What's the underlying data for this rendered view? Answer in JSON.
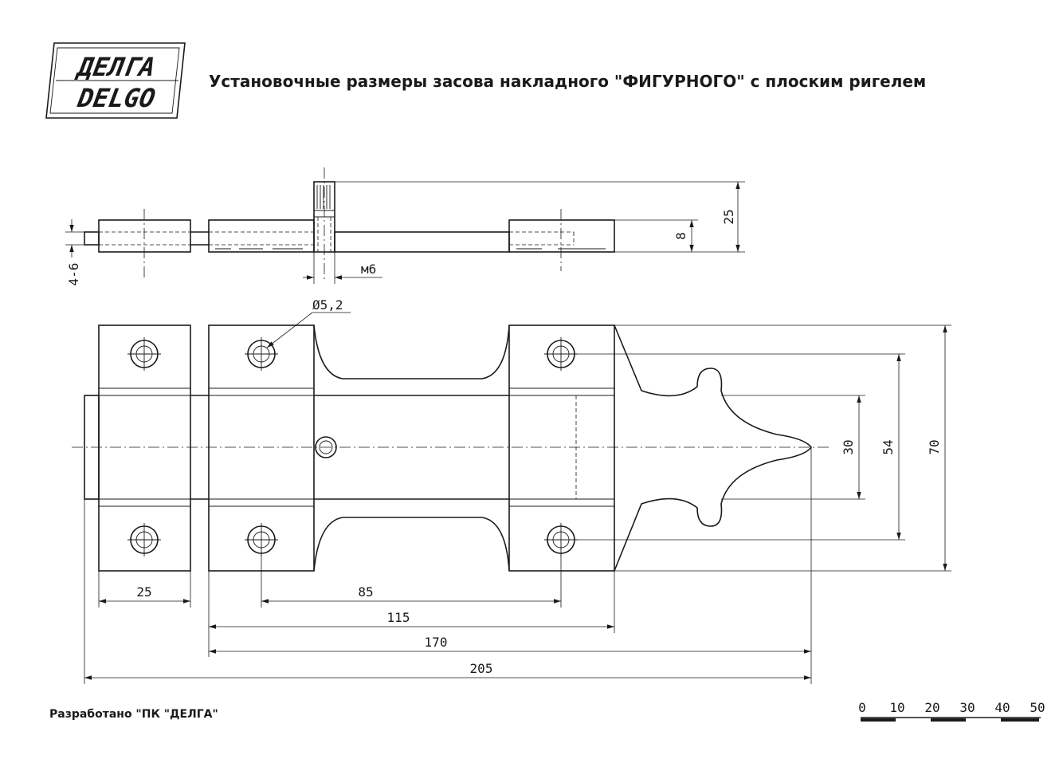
{
  "header": {
    "logo_top": "ДЕЛГА",
    "logo_bottom": "DELGO",
    "title": "Установочные размеры засова накладного \"ФИГУРНОГО\" с плоским ригелем"
  },
  "footer": {
    "credit": "Разработано \"ПК \"ДЕЛГА\""
  },
  "dimensions": {
    "side_view": {
      "height_total": "25",
      "height_body": "8",
      "thread": "м6",
      "rod": "4-6"
    },
    "plan_view": {
      "hole": "Ø5,2",
      "width_30": "30",
      "width_54": "54",
      "width_70": "70",
      "len_25": "25",
      "len_85": "85",
      "len_115": "115",
      "len_170": "170",
      "len_205": "205"
    }
  },
  "scale_bar": {
    "labels": [
      "0",
      "10",
      "20",
      "30",
      "40",
      "50"
    ]
  },
  "colors": {
    "ink": "#1a1a1a",
    "paper": "#ffffff"
  }
}
